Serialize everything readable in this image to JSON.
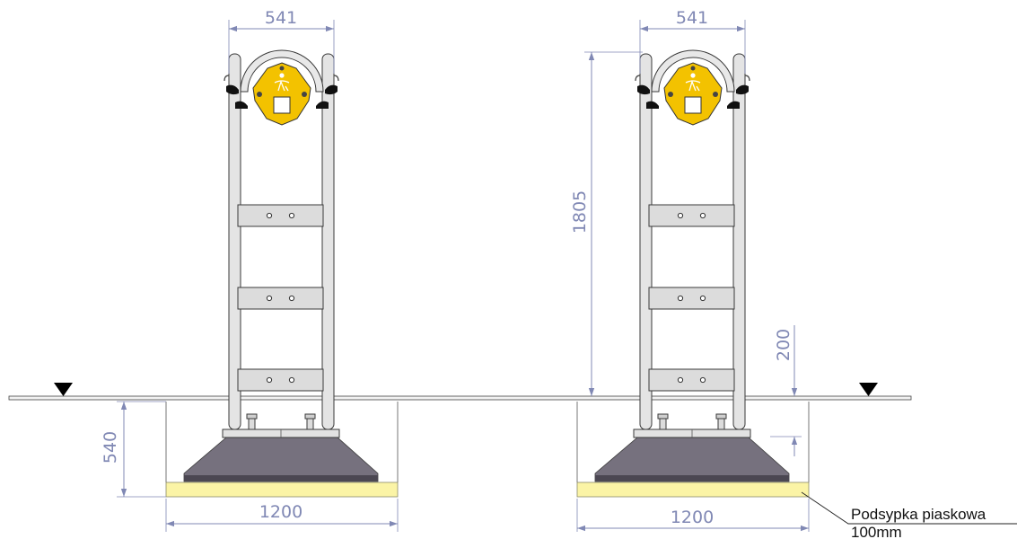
{
  "left_view": {
    "width_dim": "541",
    "depth_dim": "540",
    "base_dim": "1200"
  },
  "right_view": {
    "width_dim": "541",
    "height_dim": "1805",
    "clearance_dim": "200",
    "base_dim": "1200"
  },
  "annotation": {
    "line1": "Podsypka piaskowa",
    "line2": "100mm"
  },
  "colors": {
    "dimension": "#8088b4",
    "panel": "#f3c200",
    "sand": "#fbf4a6",
    "foundation": "#76717e",
    "frame": "#e4e4e4"
  }
}
